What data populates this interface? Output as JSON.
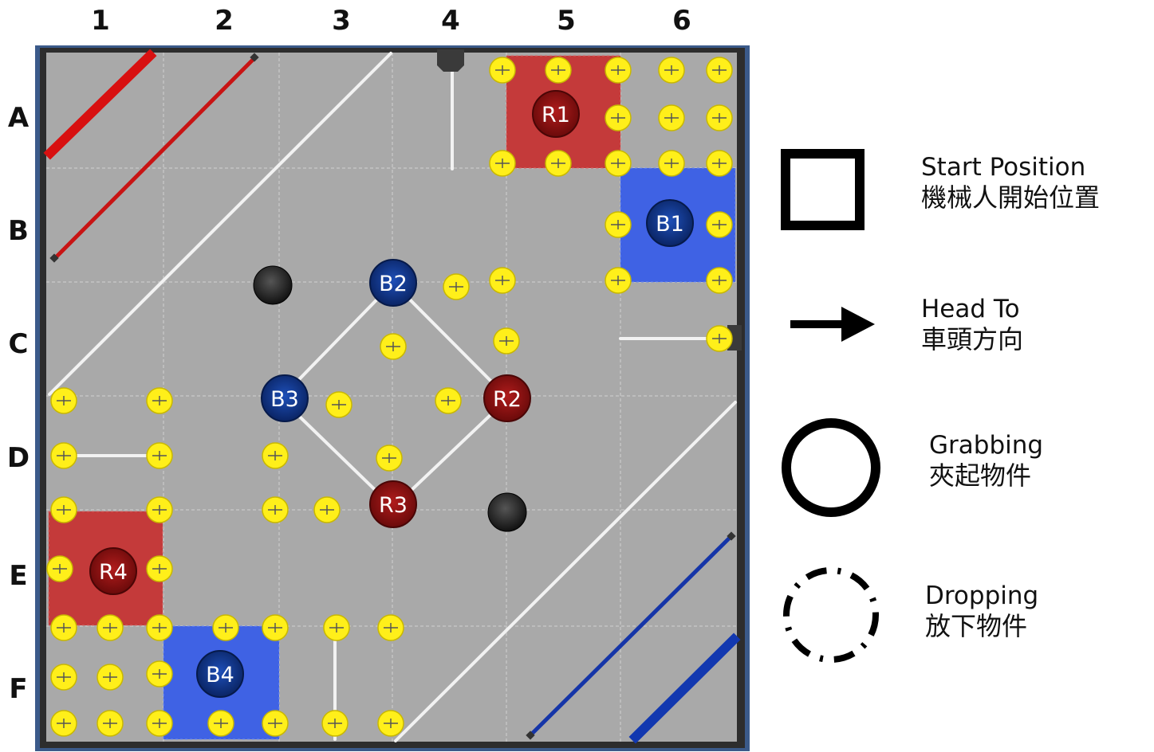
{
  "grid": {
    "columns": [
      "1",
      "2",
      "3",
      "4",
      "5",
      "6"
    ],
    "rows": [
      "A",
      "B",
      "C",
      "D",
      "E",
      "F"
    ]
  },
  "field": {
    "floor_color": "#a9a9a9",
    "border_color": "#3b5a8a",
    "red_zone_color": "#c43a3a",
    "blue_zone_color": "#3f62e4",
    "token_color": "#ffef1a",
    "red_goal_color": "#8e1010",
    "blue_goal_color": "#10398a"
  },
  "goals": [
    {
      "label": "R1",
      "team": "red"
    },
    {
      "label": "B1",
      "team": "blue"
    },
    {
      "label": "B2",
      "team": "blue"
    },
    {
      "label": "B3",
      "team": "blue"
    },
    {
      "label": "R2",
      "team": "red"
    },
    {
      "label": "R3",
      "team": "red"
    },
    {
      "label": "R4",
      "team": "red"
    },
    {
      "label": "B4",
      "team": "blue"
    }
  ],
  "legend": {
    "start": {
      "en": "Start Position",
      "zh": "機械人開始位置",
      "icon": "square-outline-icon"
    },
    "head": {
      "en": "Head To",
      "zh": "車頭方向",
      "icon": "arrow-right-icon"
    },
    "grab": {
      "en": "Grabbing",
      "zh": "夾起物件",
      "icon": "circle-outline-icon"
    },
    "drop": {
      "en": "Dropping",
      "zh": "放下物件",
      "icon": "dashed-circle-icon"
    }
  }
}
